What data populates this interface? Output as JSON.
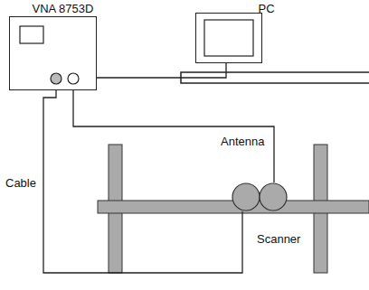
{
  "diagram": {
    "nodes": [
      {
        "text": [
          "VNA 8753D"
        ]
      },
      {
        "text": [
          "PC"
        ]
      },
      {
        "text": [
          "Antenna"
        ]
      }
    ],
    "edges": [
      {
        "from": 0,
        "to": 2,
        "label": "Cable",
        "arrow": "none"
      },
      {
        "from": 0,
        "to": 2,
        "arrow": "none"
      },
      {
        "from": 0,
        "to": 1,
        "arrow": "none"
      }
    ],
    "labels": [
      "Scanner"
    ]
  }
}
